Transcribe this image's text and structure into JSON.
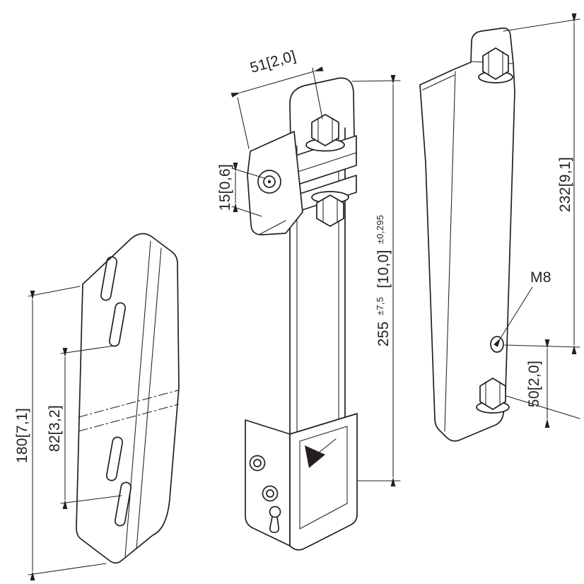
{
  "drawing": {
    "type": "technical-dimension-drawing",
    "colors": {
      "line": "#231f20",
      "background": "#ffffff"
    }
  },
  "dimensions": {
    "clamp_width": "51[2,0]",
    "hole_offset": "15[0,6]",
    "column_length": "255",
    "column_length_tol": "±7,5",
    "column_length_in": "[10,0]",
    "column_length_in_tol": "±0,295",
    "plate_height": "232[9,1]",
    "thread_size": "M8",
    "bolt_spacing": "50[2,0]",
    "bracket_length": "180[7,1]",
    "slot_spacing": "82[3,2]"
  }
}
